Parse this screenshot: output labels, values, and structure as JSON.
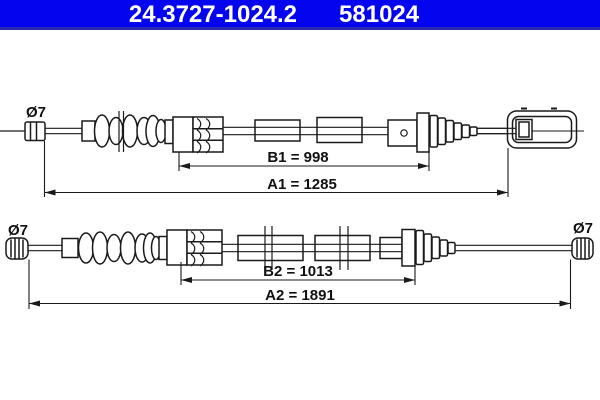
{
  "header": {
    "part_number": "24.3727-1024.2",
    "catalog_number": "581024",
    "background_color": "#0404ee",
    "text_color": "#ffffff"
  },
  "drawing": {
    "line_color": "#1a1a1a",
    "upper_cable": {
      "diameter_label": "Ø7",
      "diameter_mm": 7,
      "dim_casing": {
        "label": "B1 = 998",
        "value_mm": 998
      },
      "dim_overall": {
        "label": "A1 = 1285",
        "value_mm": 1285
      }
    },
    "lower_cable": {
      "diameter_label_left": "Ø7",
      "diameter_label_right": "Ø7",
      "diameter_mm": 7,
      "dim_casing": {
        "label": "B2 = 1013",
        "value_mm": 1013
      },
      "dim_overall": {
        "label": "A2 = 1891",
        "value_mm": 1891
      }
    }
  }
}
